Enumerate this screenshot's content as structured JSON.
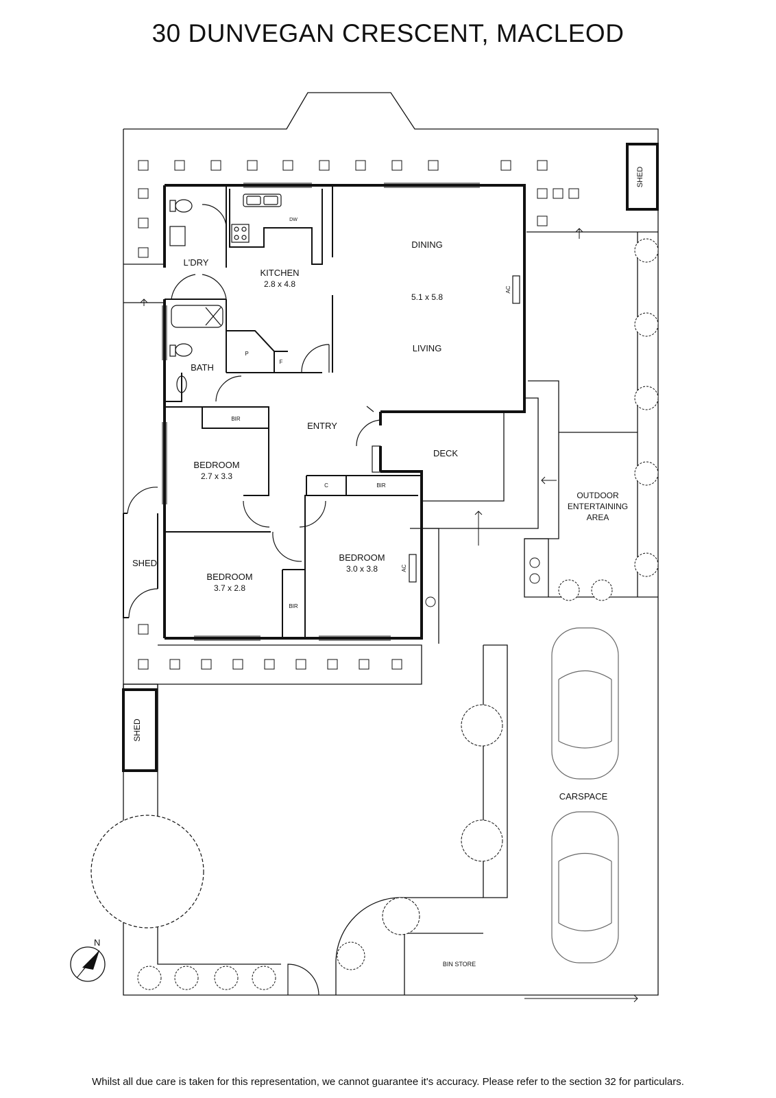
{
  "title": "30 DUNVEGAN CRESCENT, MACLEOD",
  "disclaimer": "Whilst all due care is taken for this representation, we cannot guarantee it's accuracy. Please refer to the section 32 for particulars.",
  "rooms": {
    "laundry": "L'DRY",
    "kitchen": "KITCHEN",
    "kitchen_dims": "2.8 x 4.8",
    "dining": "DINING",
    "living_dims": "5.1 x 5.8",
    "living": "LIVING",
    "bath": "BATH",
    "entry": "ENTRY",
    "deck": "DECK",
    "bedroom1": "BEDROOM",
    "bedroom1_dims": "2.7 x 3.3",
    "bedroom2": "BEDROOM",
    "bedroom2_dims": "3.7 x 2.8",
    "bedroom3": "BEDROOM",
    "bedroom3_dims": "3.0 x 3.8",
    "outdoor_1": "OUTDOOR",
    "outdoor_2": "ENTERTAINING",
    "outdoor_3": "AREA",
    "carspace": "CARSPACE",
    "bin_store": "BIN STORE",
    "shed_left": "SHED",
    "shed_top_right": "SHED",
    "shed_bottom_left": "SHED"
  },
  "fixtures": {
    "bir": "BIR",
    "pantry": "P",
    "fridge": "F",
    "cupboard": "C",
    "ac": "AC",
    "dishwasher": "DW"
  },
  "compass": "N"
}
